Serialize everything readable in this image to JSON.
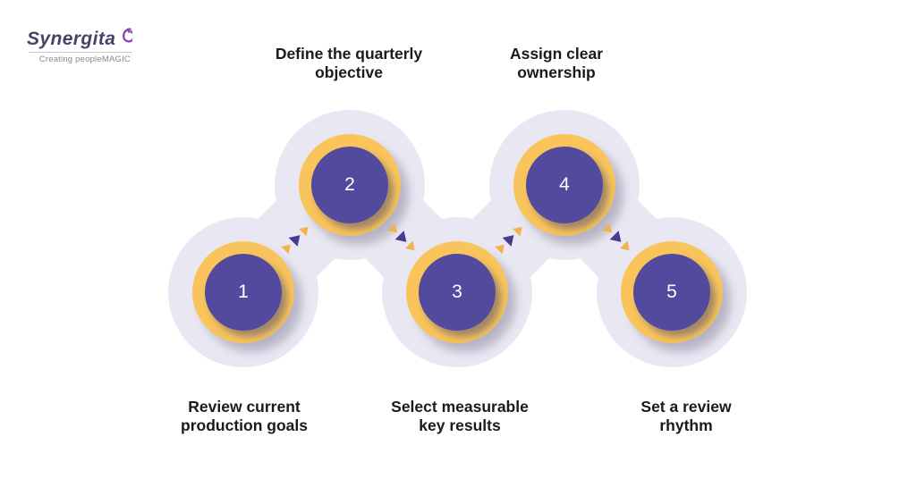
{
  "logo": {
    "brand": "Synergita",
    "tagline": "Creating peopleMAGIC"
  },
  "colors": {
    "circle-purple": "#534A9E",
    "ring-yellow": "#F9C45C",
    "blob": "#E9E8F2",
    "arrow-purple": "#4A3B92",
    "arrow-yellow": "#F5B14C",
    "label-text": "#1A1A1A",
    "logo-text": "#4A4168",
    "logo-accent": "#8E44AD",
    "tagline-text": "#8A8694"
  },
  "steps": [
    {
      "number": "1",
      "label_line1": "Review current",
      "label_line2": "production goals"
    },
    {
      "number": "2",
      "label_line1": "Define the quarterly",
      "label_line2": "objective"
    },
    {
      "number": "3",
      "label_line1": "Select measurable",
      "label_line2": "key results"
    },
    {
      "number": "4",
      "label_line1": "Assign clear",
      "label_line2": "ownership"
    },
    {
      "number": "5",
      "label_line1": "Set a review",
      "label_line2": "rhythm"
    }
  ]
}
